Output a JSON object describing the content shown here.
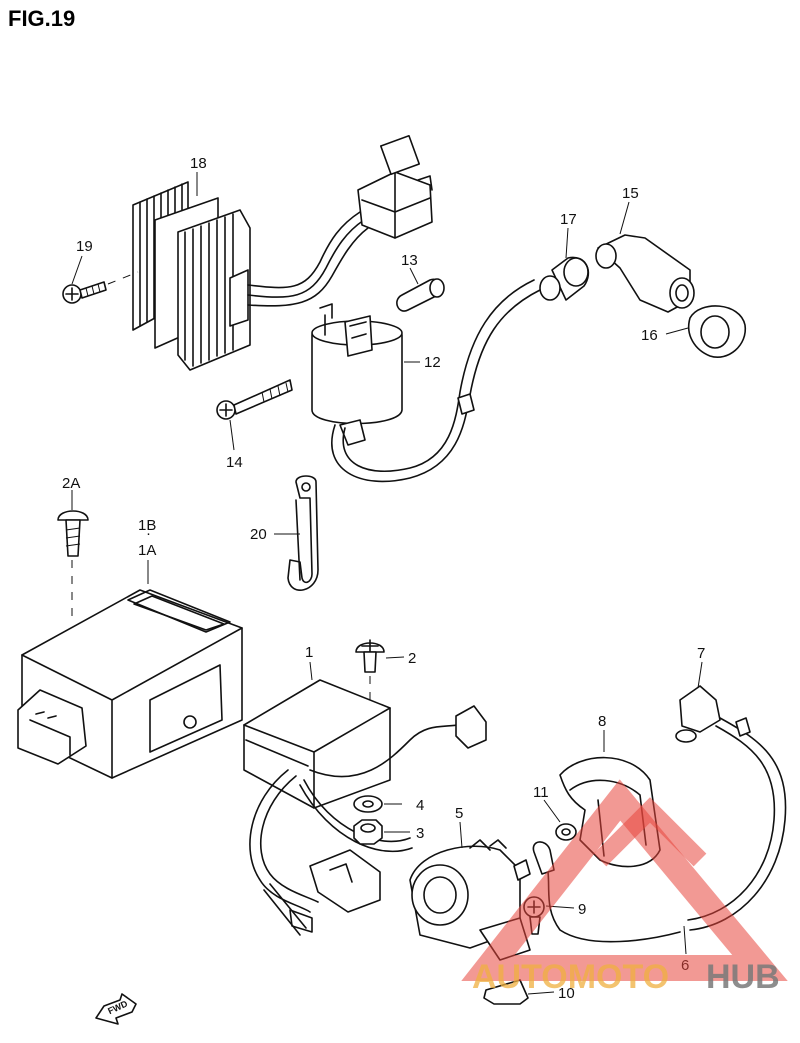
{
  "figure": {
    "title": "FIG.19"
  },
  "callouts": {
    "c1": "1",
    "c1a": "1A",
    "c1b": "1B",
    "c2": "2",
    "c2a": "2A",
    "c3": "3",
    "c4": "4",
    "c5": "5",
    "c6": "6",
    "c7": "7",
    "c8": "8",
    "c9": "9",
    "c10": "10",
    "c11": "11",
    "c12": "12",
    "c13": "13",
    "c14": "14",
    "c15": "15",
    "c16": "16",
    "c17": "17",
    "c18": "18",
    "c19": "19",
    "c20": "20"
  },
  "direction_arrow": {
    "label": "FWD"
  },
  "watermark": {
    "part1": "AUTOMOTO",
    "part2": "HUB",
    "color_triangle": "#e8453c",
    "color_text1": "#f0b040",
    "color_text2": "#7a7a7a"
  }
}
